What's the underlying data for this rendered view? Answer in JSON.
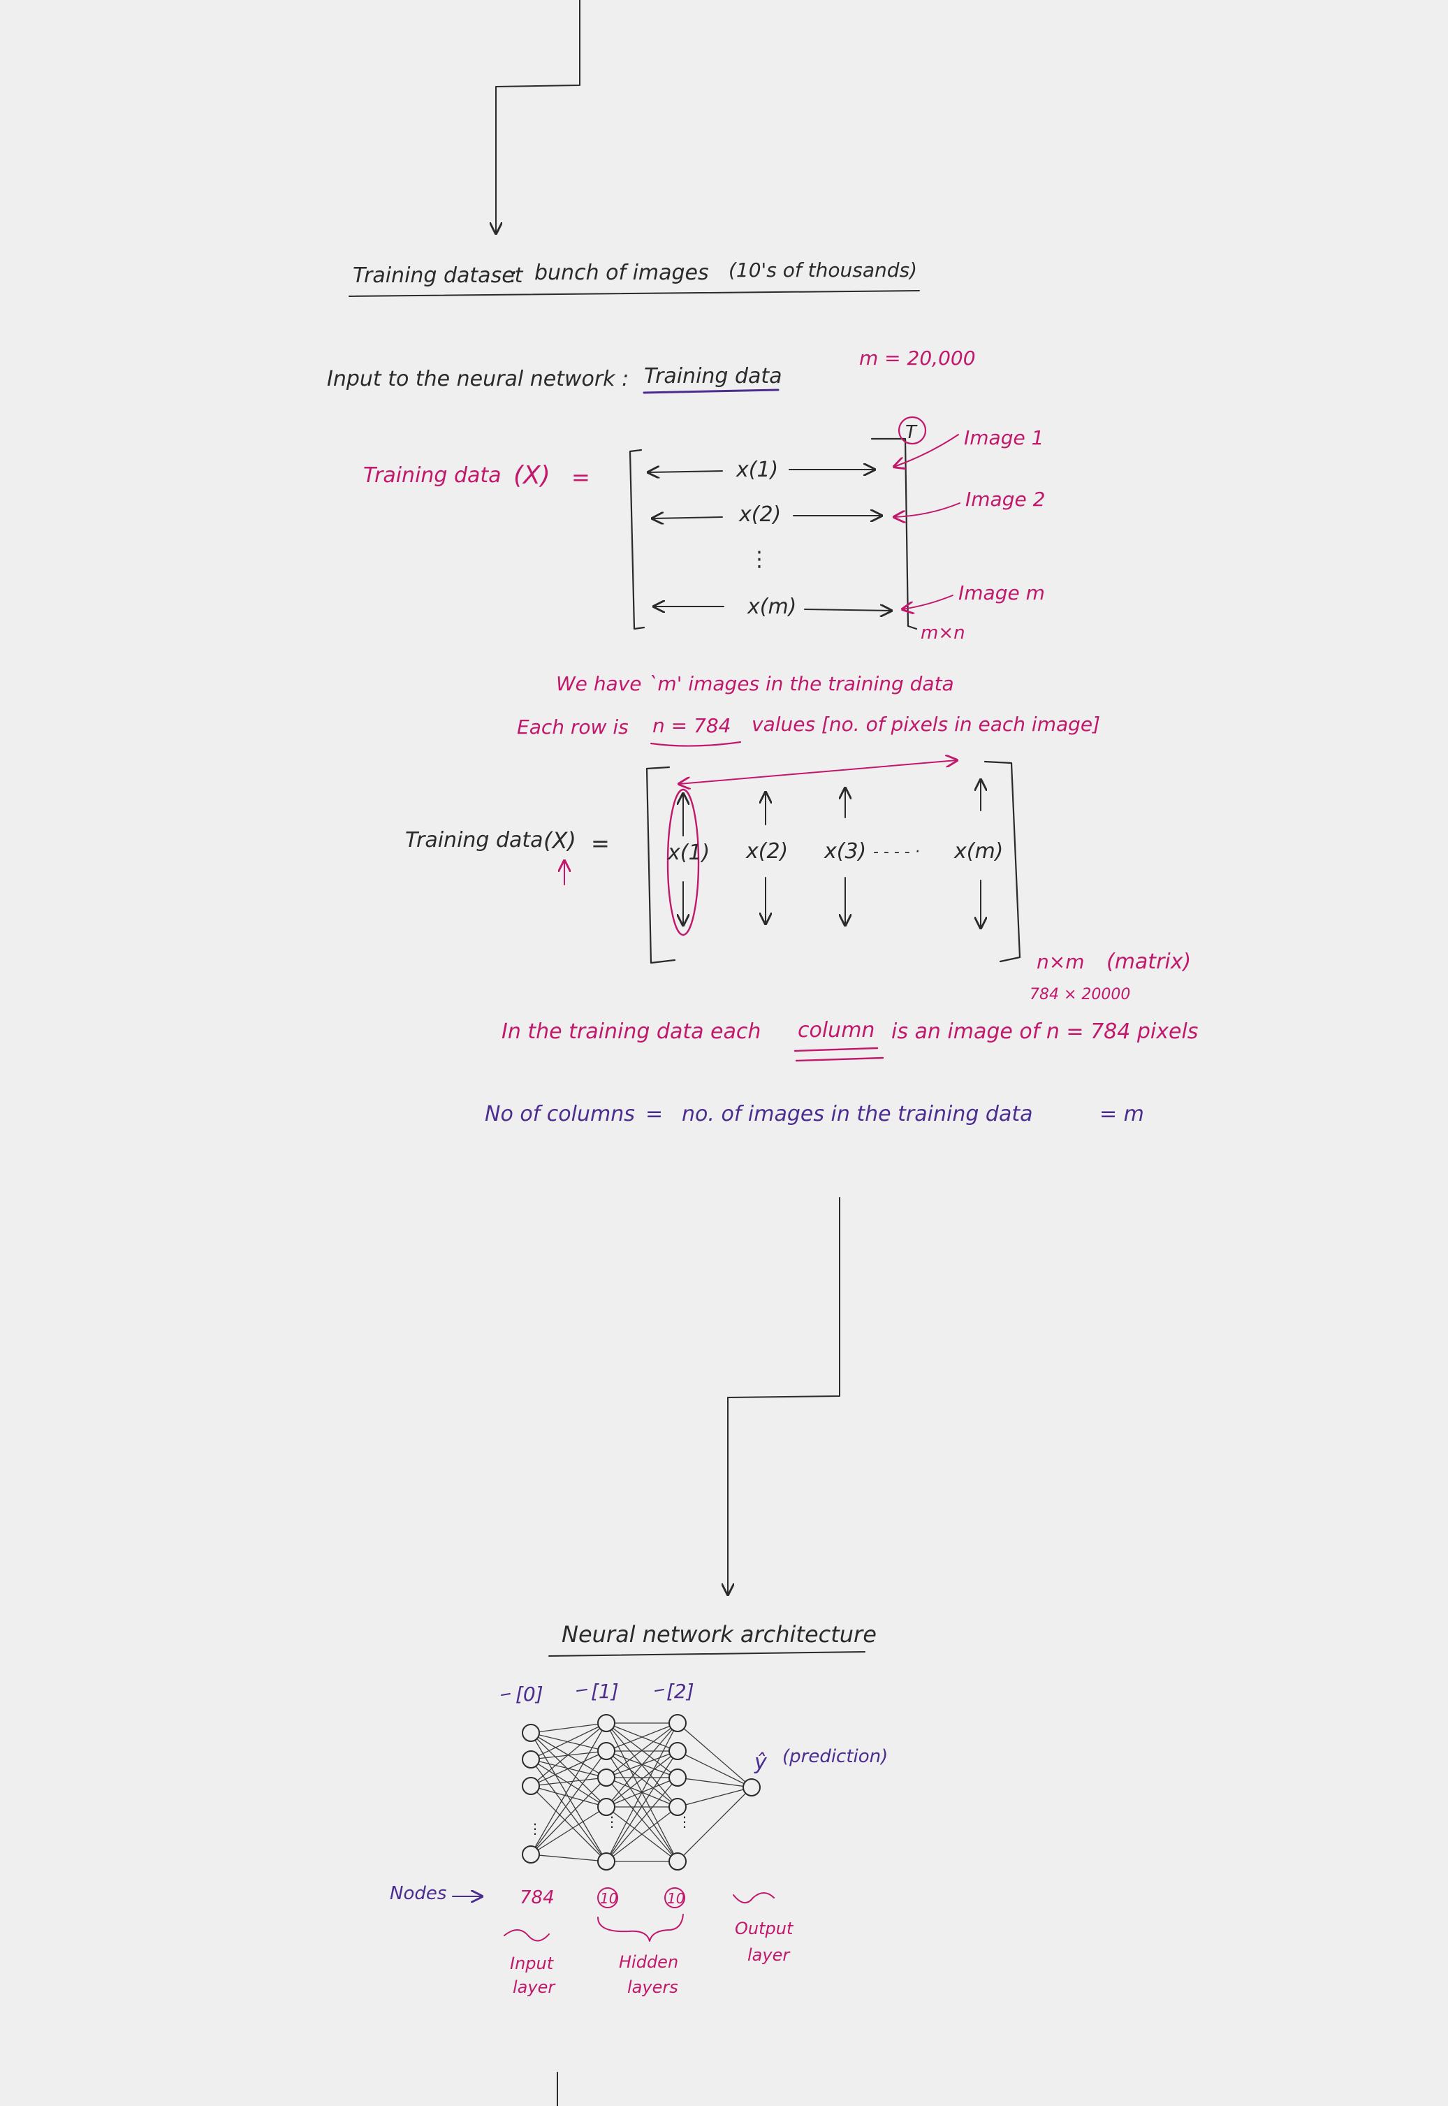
{
  "colors": {
    "background": "#efefef",
    "ink": "#2a2a2a",
    "pink": "#c2186b",
    "purple": "#4b2c8f"
  },
  "section1": {
    "heading_left": "Training dataset",
    "heading_colon": ":",
    "heading_right": "bunch of images",
    "heading_paren": "(10's of thousands)"
  },
  "section2": {
    "input_label": "Input to the neural network :",
    "input_value": "Training data",
    "m_value": "m = 20,000",
    "training_data_x": "Training data",
    "x_symbol": "(X)",
    "equals": "=",
    "rows": [
      "x(1)",
      "x(2)",
      "⋮",
      "x(m)"
    ],
    "row_labels": [
      "Image 1",
      "Image 2",
      "Image m"
    ],
    "transpose": "T",
    "dims": "m×n",
    "note_1": "We have `m' images in the training data",
    "note_2_a": "Each row is",
    "note_2_b": "n = 784",
    "note_2_c": "values [no. of pixels in each image]"
  },
  "section3": {
    "label": "Training data",
    "x_symbol": "(X)",
    "equals": "=",
    "cols": [
      "x(1)",
      "x(2)",
      "x(3)",
      "- - - - ·",
      "x(m)"
    ],
    "dims": "n×m",
    "dims_paren": "(matrix)",
    "dims_numbers": "784 × 20000",
    "sentence_a": "In the training data each",
    "sentence_b": "column",
    "sentence_c": "is  an  image  of n =  784  pixels",
    "count_line_a": "No of columns",
    "count_line_eq": "=",
    "count_line_b": "no. of images in the training data",
    "count_line_c": "= m"
  },
  "section4": {
    "title": "Neural network architecture",
    "layer_tags": [
      "[0]",
      "[1]",
      "[2]"
    ],
    "yhat": "ŷ",
    "prediction": "(prediction)",
    "nodes_label": "Nodes",
    "counts": [
      "784",
      "10",
      "10"
    ],
    "input_layer": [
      "Input",
      "layer"
    ],
    "hidden_layers": [
      "Hidden",
      "layers"
    ],
    "output_layer": [
      "Output",
      "layer"
    ]
  }
}
